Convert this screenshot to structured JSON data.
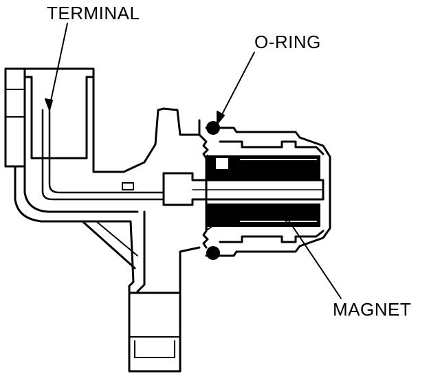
{
  "labels": {
    "terminal": "TERMINAL",
    "o_ring": "O-RING",
    "magnet": "MAGNET"
  },
  "colors": {
    "ink": "#000000",
    "background": "#ffffff"
  }
}
